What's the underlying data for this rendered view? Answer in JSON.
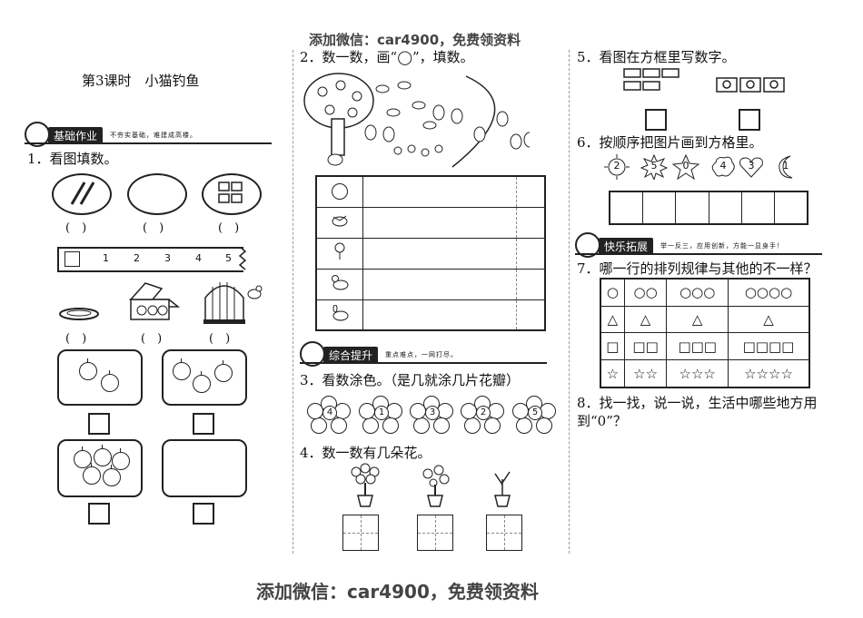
{
  "watermark_top": "添加微信：car4900，免费领资料",
  "watermark_bottom": "添加微信：car4900，免费领资料",
  "lesson_title": "第3课时　小猫钓鱼",
  "sections": {
    "basic": {
      "label": "基础作业",
      "sub": "不夯实基础，难建成高楼。"
    },
    "combined": {
      "label": "综合提升",
      "sub": "重点难点，一网打尽。"
    },
    "happy": {
      "label": "快乐拓展",
      "sub": "举一反三，应用创新，方能一显身手！"
    }
  },
  "q1": {
    "text": "1．看图填数。",
    "paren": "(　)"
  },
  "ruler": {
    "nums": [
      "1",
      "2",
      "3",
      "4",
      "5"
    ]
  },
  "q2": {
    "text": "2．数一数，画“◯”，填数。"
  },
  "q3": {
    "text": "3．看数涂色。（是几就涂几片花瓣）",
    "flowers": [
      "4",
      "1",
      "3",
      "2",
      "5"
    ]
  },
  "q4": {
    "text": "4．数一数有几朵花。"
  },
  "q5": {
    "text": "5．看图在方框里写数字。"
  },
  "q6": {
    "text": "6．按顺序把图片画到方格里。",
    "shapes": [
      "2",
      "5",
      "0",
      "4",
      "3",
      "1"
    ]
  },
  "q7": {
    "text": "7．哪一行的排列规律与其他的不一样？",
    "rows": [
      [
        "○",
        "○○",
        "○○○",
        "○○○○"
      ],
      [
        "△",
        "△",
        "△",
        "△"
      ],
      [
        "□",
        "□□",
        "□□□",
        "□□□□"
      ],
      [
        "☆",
        "☆☆",
        "☆☆☆",
        "☆☆☆☆"
      ]
    ]
  },
  "q8": {
    "text": "8．找一找，说一说，生活中哪些地方用到“0”？"
  }
}
